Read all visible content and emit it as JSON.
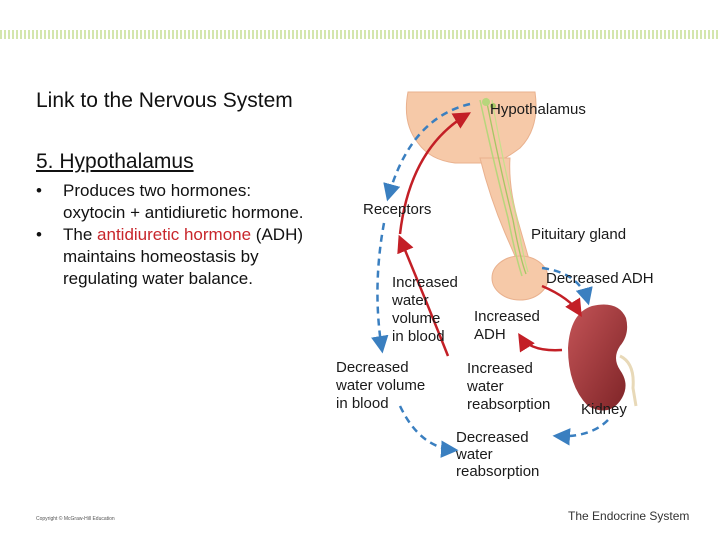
{
  "slide": {
    "title": "Link to the Nervous System",
    "subtitle": "5. Hypothalamus",
    "bullets": [
      {
        "pre": "Produces two hormones: oxytocin + antidiuretic hormone.",
        "highlight": "",
        "post": ""
      },
      {
        "pre": "The ",
        "highlight": "antidiuretic hormone",
        "post": " (ADH) maintains homeostasis by regulating water balance."
      }
    ],
    "bullet_char": "•",
    "copyright": "Copyright © McGraw-Hill Education",
    "footer": "The Endocrine System"
  },
  "diagram": {
    "labels": {
      "hypothalamus": "Hypothalamus",
      "receptors": "Receptors",
      "pituitary": "Pituitary gland",
      "decreased_adh": "Decreased ADH",
      "increased_water_1": "Increased",
      "increased_water_2": "water",
      "increased_water_3": "volume",
      "increased_water_4": "in blood",
      "increased_adh_1": "Increased",
      "increased_adh_2": "ADH",
      "decreased_volume_1": "Decreased",
      "decreased_volume_2": "water volume",
      "decreased_volume_3": "in blood",
      "increased_reabs_1": "Increased",
      "increased_reabs_2": "water",
      "increased_reabs_3": "reabsorption",
      "kidney": "Kidney",
      "decreased_reabs_1": "Decreased",
      "decreased_reabs_2": "water",
      "decreased_reabs_3": "reabsorption"
    },
    "colors": {
      "tissue": "#f6c9a8",
      "kidney": "#a83a3d",
      "red_arrow": "#c31f26",
      "blue_arrow": "#3a7fc0",
      "nerve": "#b7d67c"
    }
  }
}
